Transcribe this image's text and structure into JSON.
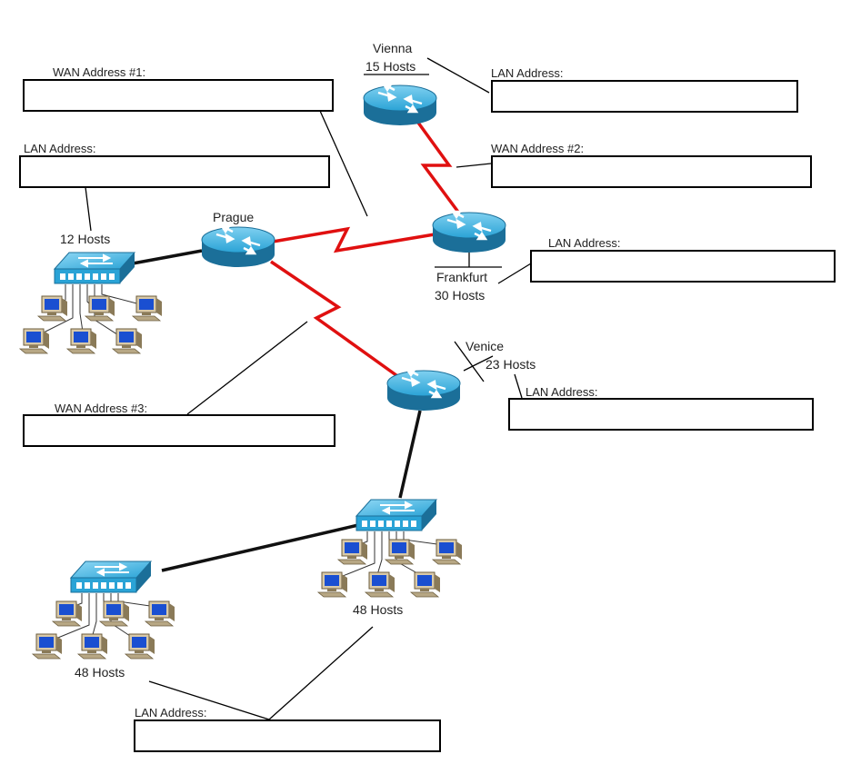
{
  "colors": {
    "serial_link": "#e01010",
    "ethernet_link": "#111111",
    "device_blue": "#2aa3d6",
    "device_dark": "#1b6f99",
    "box_border": "#000000"
  },
  "routers": {
    "vienna": {
      "name": "Vienna",
      "hosts": "15 Hosts",
      "icon": "router-icon"
    },
    "prague": {
      "name": "Prague",
      "icon": "router-icon"
    },
    "frankfurt": {
      "name": "Frankfurt",
      "hosts": "30 Hosts",
      "icon": "router-icon"
    },
    "venice": {
      "name": "Venice",
      "hosts": "23 Hosts",
      "icon": "router-icon"
    }
  },
  "switches": {
    "prague_lan": {
      "hosts": "12 Hosts",
      "icon": "switch-icon"
    },
    "venice_lan_a": {
      "hosts": "48 Hosts",
      "icon": "switch-icon"
    },
    "venice_lan_b": {
      "hosts": "48 Hosts",
      "icon": "switch-icon"
    }
  },
  "boxes": {
    "wan1": {
      "label": "WAN Address #1:",
      "value": ""
    },
    "prague_lan": {
      "label": "LAN Address:",
      "value": ""
    },
    "vienna_lan": {
      "label": "LAN Address:",
      "value": ""
    },
    "wan2": {
      "label": "WAN Address #2:",
      "value": ""
    },
    "frankfurt_lan": {
      "label": "LAN Address:",
      "value": ""
    },
    "venice_lan": {
      "label": "LAN Address:",
      "value": ""
    },
    "wan3": {
      "label": "WAN Address #3:",
      "value": ""
    },
    "bottom_lan": {
      "label": "LAN Address:",
      "value": ""
    }
  }
}
